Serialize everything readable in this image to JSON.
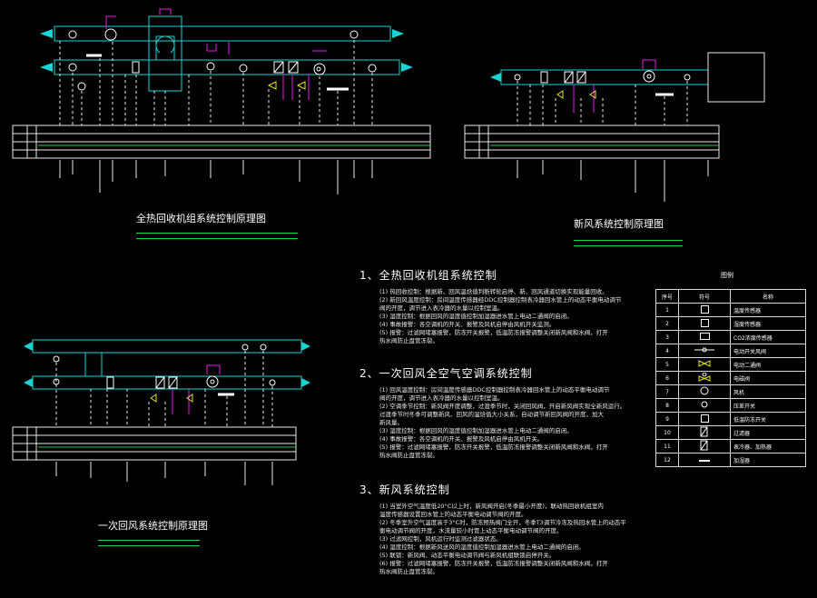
{
  "titles": {
    "heat_recovery": "全热回收机组系统控制原理图",
    "fresh_air": "新风系统控制原理图",
    "primary_return": "一次回风系统控制原理图"
  },
  "notes": {
    "s1": {
      "heading": "1、全热回收机组系统控制",
      "lines": [
        "(1) 热回收控制：根据新、回风温焓值判断转轮启停、新、回风通道切换实现能量回收。",
        "(2) 新回风温度控制：房间温度传感器经DDC控制器控制表冷器回水管上的动态平衡电动调节",
        "     阀的开度，调节进入表冷器的水量以控制室温。",
        "(3) 湿度控制：根据回风的湿度值控制加湿器进水管上电动二通阀的启闭。",
        "(4) 事故报警：各空调机的开关、报警及风机启停由风机开关监测。",
        "(5) 报警：过滤网堵塞报警，防冻开关报警，低温防冻报警调整关闭新风阀和水阀，打开",
        "     热水阀防止盘管冻裂。"
      ]
    },
    "s2": {
      "heading": "2、一次回风全空气空调系统控制",
      "lines": [
        "(1) 回风温度控制：房间温度传感器DDC控制器控制表冷器回水管上的动态平衡电动调节",
        "     阀的开度，调节进入表冷器的水量以控制室温。",
        "(2) 空调季节控制：新风阀开度调整，过渡季节时，关闭回风阀，开启新风阀实现全新风运行。",
        "     过渡季节时冬季可调整新风、回风的温焓值大小关系，自动调节新回风阀的开度，加大",
        "     新风量。",
        "(3) 湿度控制：根据回风的湿度值控制加湿器进水管上电动二通阀的启闭。",
        "(4) 事故报警：各空调机的开关、报警及风机启停由风机开关。",
        "(5) 报警：过滤网堵塞报警，防冻开关报警，低温防冻报警调整关闭新风阀和水阀，打开",
        "     热水阀防止盘管冻裂。"
      ]
    },
    "s3": {
      "heading": "3、新风系统控制",
      "lines": [
        "(1) 当室外空气温度低20°C以上时，新风阀开启(冬季最小开度)，联动热回收机组室内",
        "     温度传感器设置回水管上的动态平衡电动调节阀的开度。",
        "(2) 冬季室外空气温度高于3°C时，防冻预热阀门全开，冬季T3调节冷冻及热回水管上的动态平",
        "     衡电动调节阀的开度，水流量较小时管上动态平衡电动调节阀的开度。",
        "(3) 过滤网控制，风机运行时监测过滤器状态。",
        "(4) 湿度控制：根据新风送风的湿度值控制加湿器进水管上电动二通阀的启闭。",
        "(5) 联锁：新风阀、动态平衡电动调节阀与新风机组联锁启停开关。",
        "(6) 报警：过滤网堵塞报警，防冻开关报警，低温防冻报警调整关闭新风阀和水阀，打开",
        "     热水阀防止盘管冻裂。"
      ]
    }
  },
  "legend": {
    "title": "图例",
    "headers": [
      "序号",
      "符号",
      "名称"
    ],
    "rows": [
      {
        "no": "1",
        "name": "温度传感器"
      },
      {
        "no": "2",
        "name": "湿度传感器"
      },
      {
        "no": "3",
        "name": "CO2浓度传感器"
      },
      {
        "no": "4",
        "name": "电动开关风阀"
      },
      {
        "no": "5",
        "name": "电动二通阀"
      },
      {
        "no": "6",
        "name": "电磁阀"
      },
      {
        "no": "7",
        "name": "风机"
      },
      {
        "no": "8",
        "name": "压差开关"
      },
      {
        "no": "9",
        "name": "低温防冻开关"
      },
      {
        "no": "10",
        "name": "过滤器"
      },
      {
        "no": "11",
        "name": "表冷器、加热器"
      },
      {
        "no": "12",
        "name": "加湿器"
      }
    ]
  },
  "colors": {
    "duct": "#19d4d4",
    "green": "#19d44b",
    "yellow": "#e8e81a",
    "magenta": "#e81ae8",
    "white": "#e8e8e8"
  }
}
